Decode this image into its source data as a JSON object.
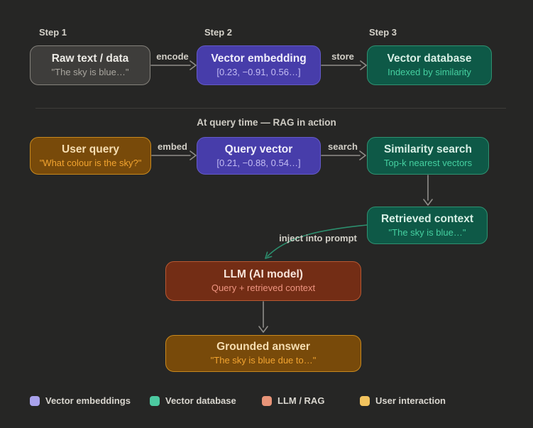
{
  "palette": {
    "background": "#262625",
    "arrow_gray": "#908e8a",
    "inject_teal": "#2c8f6e",
    "divider": "#3e3d3a",
    "variants": {
      "gray": {
        "fill": "#3e3d3b",
        "border": "#85827c",
        "title": "#eceae5",
        "subtitle": "#a9a69f"
      },
      "purple": {
        "fill": "#473daa",
        "border": "#645ac8",
        "title": "#f1effc",
        "subtitle": "#c3bcf3"
      },
      "green": {
        "fill": "#0e5947",
        "border": "#2f9272",
        "title": "#d7efe5",
        "subtitle": "#45d0a0"
      },
      "amber": {
        "fill": "#784a0a",
        "border": "#c9891d",
        "title": "#f6deb2",
        "subtitle": "#f2a430"
      },
      "red": {
        "fill": "#732d15",
        "border": "#b85832",
        "title": "#f8e4da",
        "subtitle": "#ef9480"
      }
    }
  },
  "indexing": {
    "steps": [
      "Step 1",
      "Step 2",
      "Step 3"
    ],
    "nodes": {
      "raw_text": {
        "title": "Raw text / data",
        "subtitle": "\"The sky is blue…\""
      },
      "vector_embedding": {
        "title": "Vector embedding",
        "subtitle": "[0.23, −0.91, 0.56…]"
      },
      "vector_database": {
        "title": "Vector database",
        "subtitle": "Indexed by similarity"
      }
    },
    "edges": {
      "encode": "encode",
      "store": "store"
    }
  },
  "query": {
    "heading": "At query time — RAG in action",
    "nodes": {
      "user_query": {
        "title": "User query",
        "subtitle": "\"What colour is the sky?\""
      },
      "query_vector": {
        "title": "Query vector",
        "subtitle": "[0.21, −0.88, 0.54…]"
      },
      "similarity_search": {
        "title": "Similarity search",
        "subtitle": "Top-k nearest vectors"
      },
      "retrieved_context": {
        "title": "Retrieved context",
        "subtitle": "\"The sky is blue…\""
      },
      "llm": {
        "title": "LLM (AI model)",
        "subtitle": "Query + retrieved context"
      },
      "grounded_answer": {
        "title": "Grounded answer",
        "subtitle": "\"The sky is blue due to…\""
      }
    },
    "edges": {
      "embed": "embed",
      "search": "search",
      "inject": "inject into prompt"
    }
  },
  "legend": {
    "items": [
      {
        "label": "Vector embeddings",
        "color": "#a9a2ec"
      },
      {
        "label": "Vector database",
        "color": "#4cc9a0"
      },
      {
        "label": "LLM / RAG",
        "color": "#e89478"
      },
      {
        "label": "User interaction",
        "color": "#f2c35e"
      }
    ]
  }
}
